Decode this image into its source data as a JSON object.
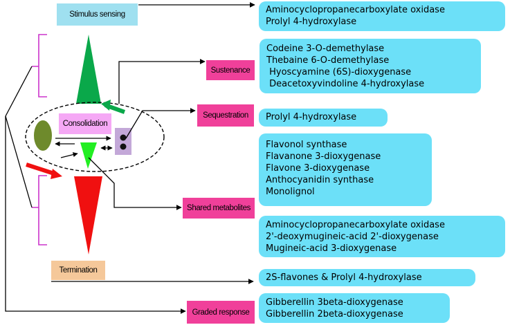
{
  "labels": {
    "stimulus_sensing": "Stimulus sensing",
    "sustenance": "Sustenance",
    "sequestration": "Sequestration",
    "consolidation": "Consolidation",
    "shared_metabolites": "Shared metabolites",
    "termination": "Termination",
    "graded_response": "Graded response"
  },
  "boxes": {
    "stimulus": [
      "Aminocyclopropanecarboxylate oxidase",
      "Prolyl 4-hydroxylase"
    ],
    "sustenance": [
      "Codeine 3-O-demethylase",
      "Thebaine 6-O-demethylase",
      " Hyoscyamine (6S)-dioxygenase",
      " Deacetoxyvindoline 4-hydroxylase"
    ],
    "sequestration": [
      "Prolyl 4-hydroxylase"
    ],
    "shared": [
      "Flavonol synthase",
      "Flavanone 3-dioxygenase",
      "Flavone 3-dioxygenase",
      "Anthocyanidin synthase",
      "Monolignol"
    ],
    "aminocyclo": [
      "Aminocyclopropanecarboxylate oxidase",
      "2'-deoxymugineic-acid 2'-dioxygenase",
      "Mugineic-acid 3-dioxygenase"
    ],
    "termination": [
      "2S-flavones & Prolyl 4-hydroxylase"
    ],
    "graded": [
      "Gibberellin 3beta-dioxygenase",
      "Gibberellin 2beta-dioxygenase"
    ]
  },
  "colors": {
    "label_cyan": "#9fe0f0",
    "label_pink": "#f0409a",
    "label_violet": "#f5a8f5",
    "label_peach": "#f5c89a",
    "box_fill": "#6ce0f8",
    "green_triangle": "#0aa84a",
    "red_triangle": "#f01010",
    "olive_oval": "#6e8a2c",
    "bracket": "#cc33cc",
    "vacuole_box": "#c3a8d8"
  }
}
